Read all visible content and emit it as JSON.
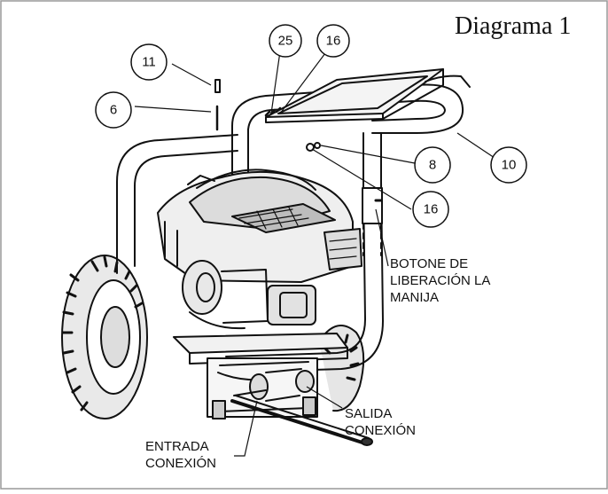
{
  "diagram": {
    "title": "Diagrama 1",
    "callouts": [
      "11",
      "6",
      "25",
      "16",
      "10",
      "8",
      "16"
    ],
    "labels": {
      "handle_release": [
        "BOTONE DE",
        "LIBERACIÓN LA",
        "MANIJA"
      ],
      "outlet": [
        "SALIDA",
        "CONEXIÓN"
      ],
      "inlet": [
        "ENTRADA",
        "CONEXIÓN"
      ]
    }
  }
}
